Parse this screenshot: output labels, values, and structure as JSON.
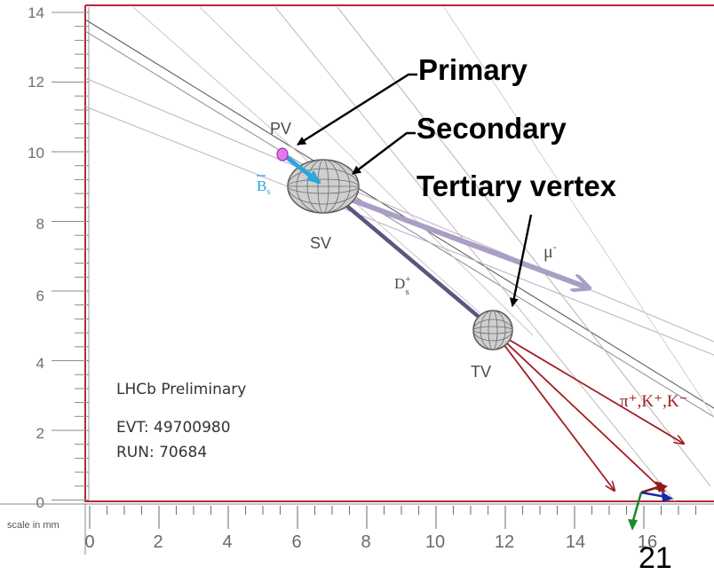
{
  "y_axis": {
    "ticks": [
      "14",
      "12",
      "10",
      "8",
      "6",
      "4",
      "2",
      "0"
    ]
  },
  "x_axis": {
    "scale_label": "scale in mm",
    "ticks": [
      "0",
      "2",
      "4",
      "6",
      "8",
      "10",
      "12",
      "14",
      "16"
    ]
  },
  "vertices": {
    "pv": "PV",
    "sv": "SV",
    "tv": "TV"
  },
  "particles": {
    "bs_main": "B",
    "bs_sub": "s",
    "ds_main": "D",
    "ds_sub": "s",
    "ds_sup": "+",
    "mu_main": "μ",
    "mu_sup": "-",
    "hadrons": "π⁺,K⁺,K⁻"
  },
  "labels": {
    "primary": "Primary",
    "secondary": "Secondary",
    "tertiary": "Tertiary vertex"
  },
  "event": {
    "preliminary": "LHCb Preliminary",
    "evt": "EVT: 49700980",
    "run": "RUN: 70684"
  },
  "page_number": "21",
  "colors": {
    "frame": "#b22a36",
    "bs_track": "#2aa7dc",
    "ds_track": "#5d5580",
    "mu_track": "#a99fc4",
    "hadron_tracks": "#a11d22",
    "pv_marker": "#c84be0"
  }
}
